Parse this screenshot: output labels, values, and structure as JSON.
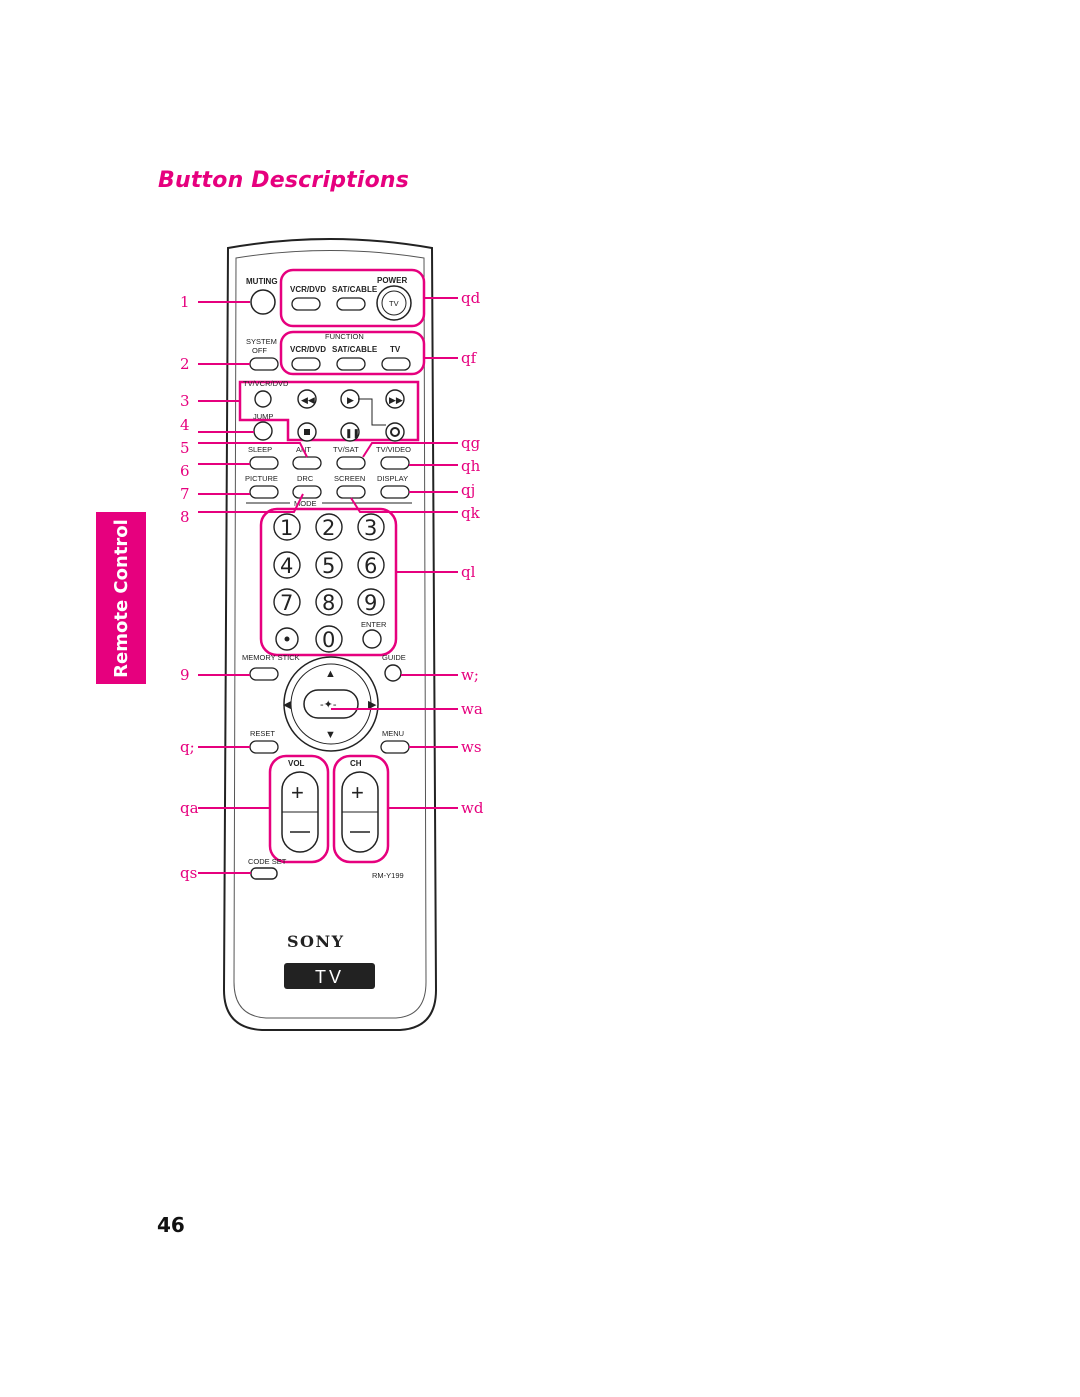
{
  "page": {
    "heading": "Button Descriptions",
    "side_tab": "Remote Control",
    "page_number": "46"
  },
  "remote": {
    "labels": {
      "muting": "MUTING",
      "power": "POWER",
      "vcr_dvd": "VCR/DVD",
      "sat_cable": "SAT/CABLE",
      "tv_power": "TV",
      "system": "SYSTEM",
      "off": "OFF",
      "function": "FUNCTION",
      "vcr_dvd_2": "VCR/DVD",
      "sat_cable_2": "SAT/CABLE",
      "tv_function": "TV",
      "tv_vcr_dvd": "TV/VCR/DVD",
      "jump": "JUMP",
      "sleep": "SLEEP",
      "ant": "ANT",
      "tv_sat": "TV/SAT",
      "tv_video": "TV/VIDEO",
      "picture": "PICTURE",
      "drc": "DRC",
      "screen": "SCREEN",
      "display": "DISPLAY",
      "mode": "MODE",
      "enter": "ENTER",
      "memory_stick": "MEMORY STICK",
      "guide": "GUIDE",
      "reset": "RESET",
      "menu": "MENU",
      "vol": "VOL",
      "ch": "CH",
      "code_set": "CODE SET",
      "model": "RM-Y199",
      "brand": "SONY",
      "tv_badge": "TV"
    },
    "digits": [
      "1",
      "2",
      "3",
      "4",
      "5",
      "6",
      "7",
      "8",
      "9",
      "0"
    ],
    "callouts_left": [
      "1",
      "2",
      "3",
      "4",
      "5",
      "6",
      "7",
      "8",
      "9",
      "q;",
      "qa",
      "qs"
    ],
    "callouts_right": [
      "qd",
      "qf",
      "qg",
      "qh",
      "qj",
      "qk",
      "ql",
      "w;",
      "wa",
      "ws",
      "wd"
    ]
  },
  "colors": {
    "accent": "#e6007e",
    "ink": "#222222"
  }
}
